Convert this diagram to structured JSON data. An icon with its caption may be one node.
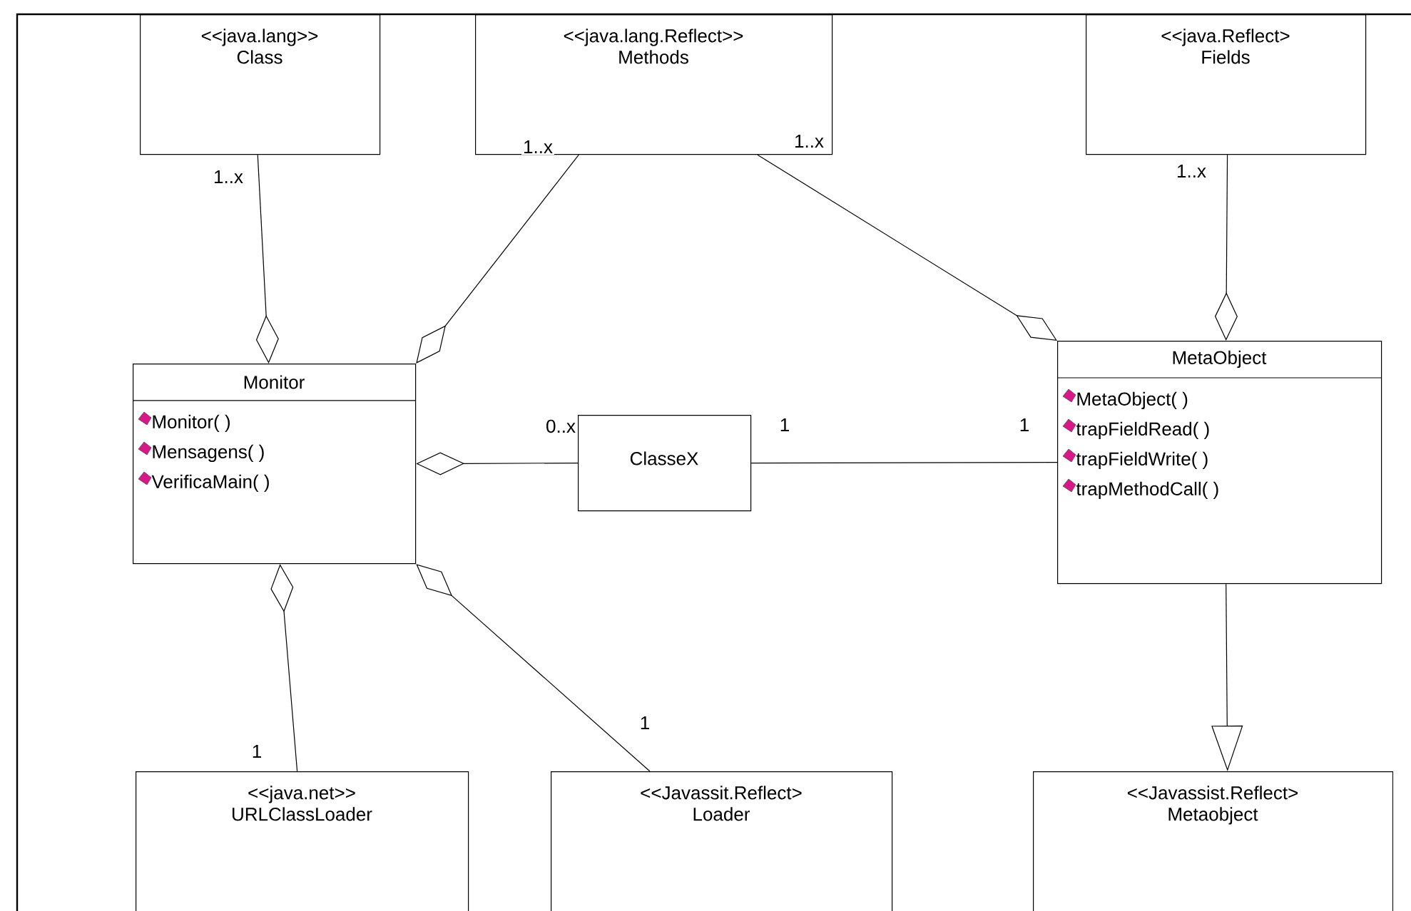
{
  "diagram": {
    "nodes": [
      {
        "text": [
          "<<java.lang>>",
          "Class"
        ]
      },
      {
        "text": [
          "<<java.lang.Reflect>>",
          "Methods"
        ]
      },
      {
        "text": [
          "<<java.Reflect>",
          "Fields"
        ]
      },
      {
        "text": [
          "Monitor",
          "Monitor( )",
          "Mensagens( )",
          "VerificaMain( )"
        ]
      },
      {
        "text": [
          "ClasseX"
        ]
      },
      {
        "text": [
          "MetaObject",
          "MetaObject( )",
          "trapFieldRead( )",
          "trapFieldWrite( )",
          "trapMethodCall( )"
        ]
      },
      {
        "text": [
          "<<java.net>>",
          "URLClassLoader"
        ]
      },
      {
        "text": [
          "<<Javassit.Reflect>",
          "Loader"
        ]
      },
      {
        "text": [
          "<<Javassist.Reflect>",
          "Metaobject"
        ]
      }
    ],
    "edges": [
      {
        "from": 0,
        "to": 3,
        "arrow": "other",
        "label": "1..x"
      },
      {
        "from": 1,
        "to": 3,
        "arrow": "other",
        "label": "1..x"
      },
      {
        "from": 1,
        "to": 5,
        "arrow": "other",
        "label": "1..x"
      },
      {
        "from": 2,
        "to": 5,
        "arrow": "other",
        "label": "1..x"
      },
      {
        "from": 4,
        "to": 3,
        "arrow": "other",
        "label": "0..x"
      },
      {
        "from": 4,
        "to": 5,
        "arrow": "none",
        "label": "1"
      },
      {
        "from": 6,
        "to": 3,
        "arrow": "other",
        "label": "1"
      },
      {
        "from": 7,
        "to": 3,
        "arrow": "other",
        "label": "1"
      },
      {
        "from": 5,
        "to": 8,
        "arrow": "to"
      }
    ],
    "labels": [
      "1"
    ]
  }
}
